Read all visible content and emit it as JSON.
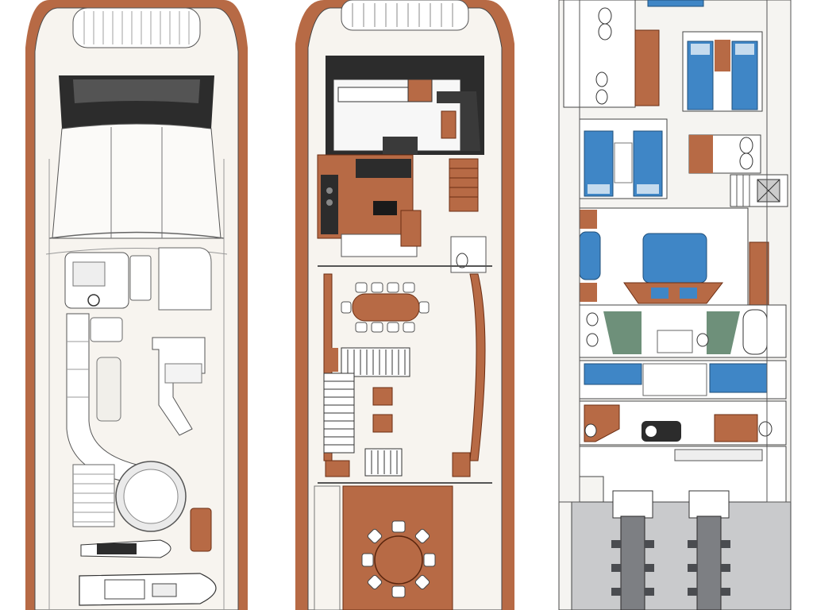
{
  "plan": {
    "decks": [
      {
        "id": "flybridge"
      },
      {
        "id": "main_deck"
      },
      {
        "id": "lower_deck"
      }
    ]
  },
  "colors": {
    "background": "#ffffff",
    "teak": "#b76a45",
    "teak_dark": "#8a3f1f",
    "upholstery_blue": "#3f86c6",
    "engine_room_gray": "#c9cacc",
    "glass_dark": "#2c2c2c",
    "line": "#4a4a4a",
    "plant_green": "#3e6b4d"
  },
  "icons": [
    "helm-icon",
    "dining-table-icon",
    "round-table-icon",
    "bed-icon",
    "bathtub-icon",
    "engine-icon",
    "stairs-icon",
    "jacuzzi-icon",
    "tender-icon",
    "jet-ski-icon"
  ]
}
